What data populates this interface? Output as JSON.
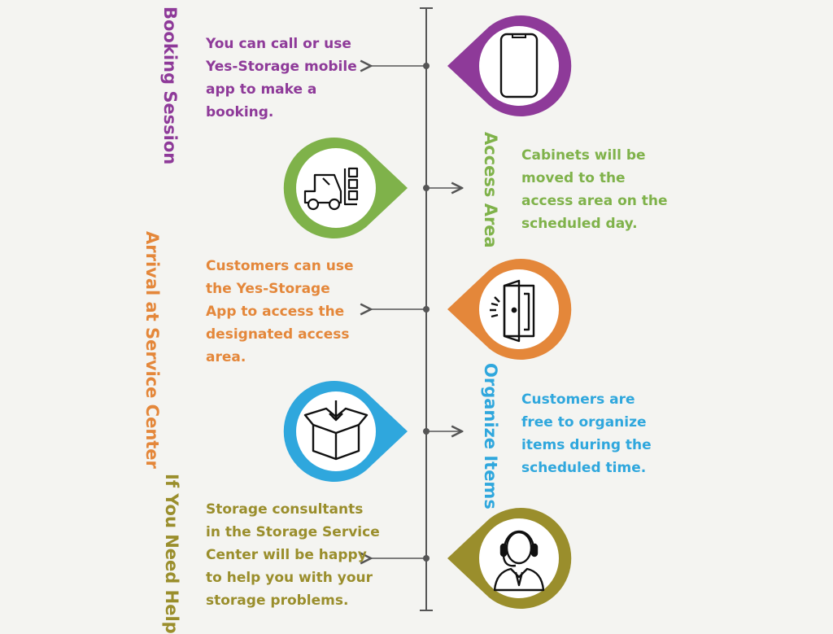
{
  "colors": {
    "purple": "#8e3a99",
    "green": "#7fb24a",
    "orange": "#e4873a",
    "blue": "#2fa7dd",
    "olive": "#9a8e2c",
    "line": "#555555"
  },
  "steps": [
    {
      "title": "Booking Session",
      "description": "You can call or use Yes-Storage mobile app to make a booking.",
      "icon": "smartphone-icon"
    },
    {
      "title": "Access Area",
      "description": "Cabinets will be moved to the access area on the scheduled day.",
      "icon": "forklift-icon"
    },
    {
      "title": "Arrival at Service Center",
      "description": "Customers can use the Yes-Storage App to access the designated access area.",
      "icon": "door-icon"
    },
    {
      "title": "Organize Items",
      "description": "Customers are free to organize items during the scheduled time.",
      "icon": "box-icon"
    },
    {
      "title": "If You Need Help",
      "description": "Storage consultants in the Storage Service Center will be happy to help you with your storage problems.",
      "icon": "headset-agent-icon"
    }
  ]
}
